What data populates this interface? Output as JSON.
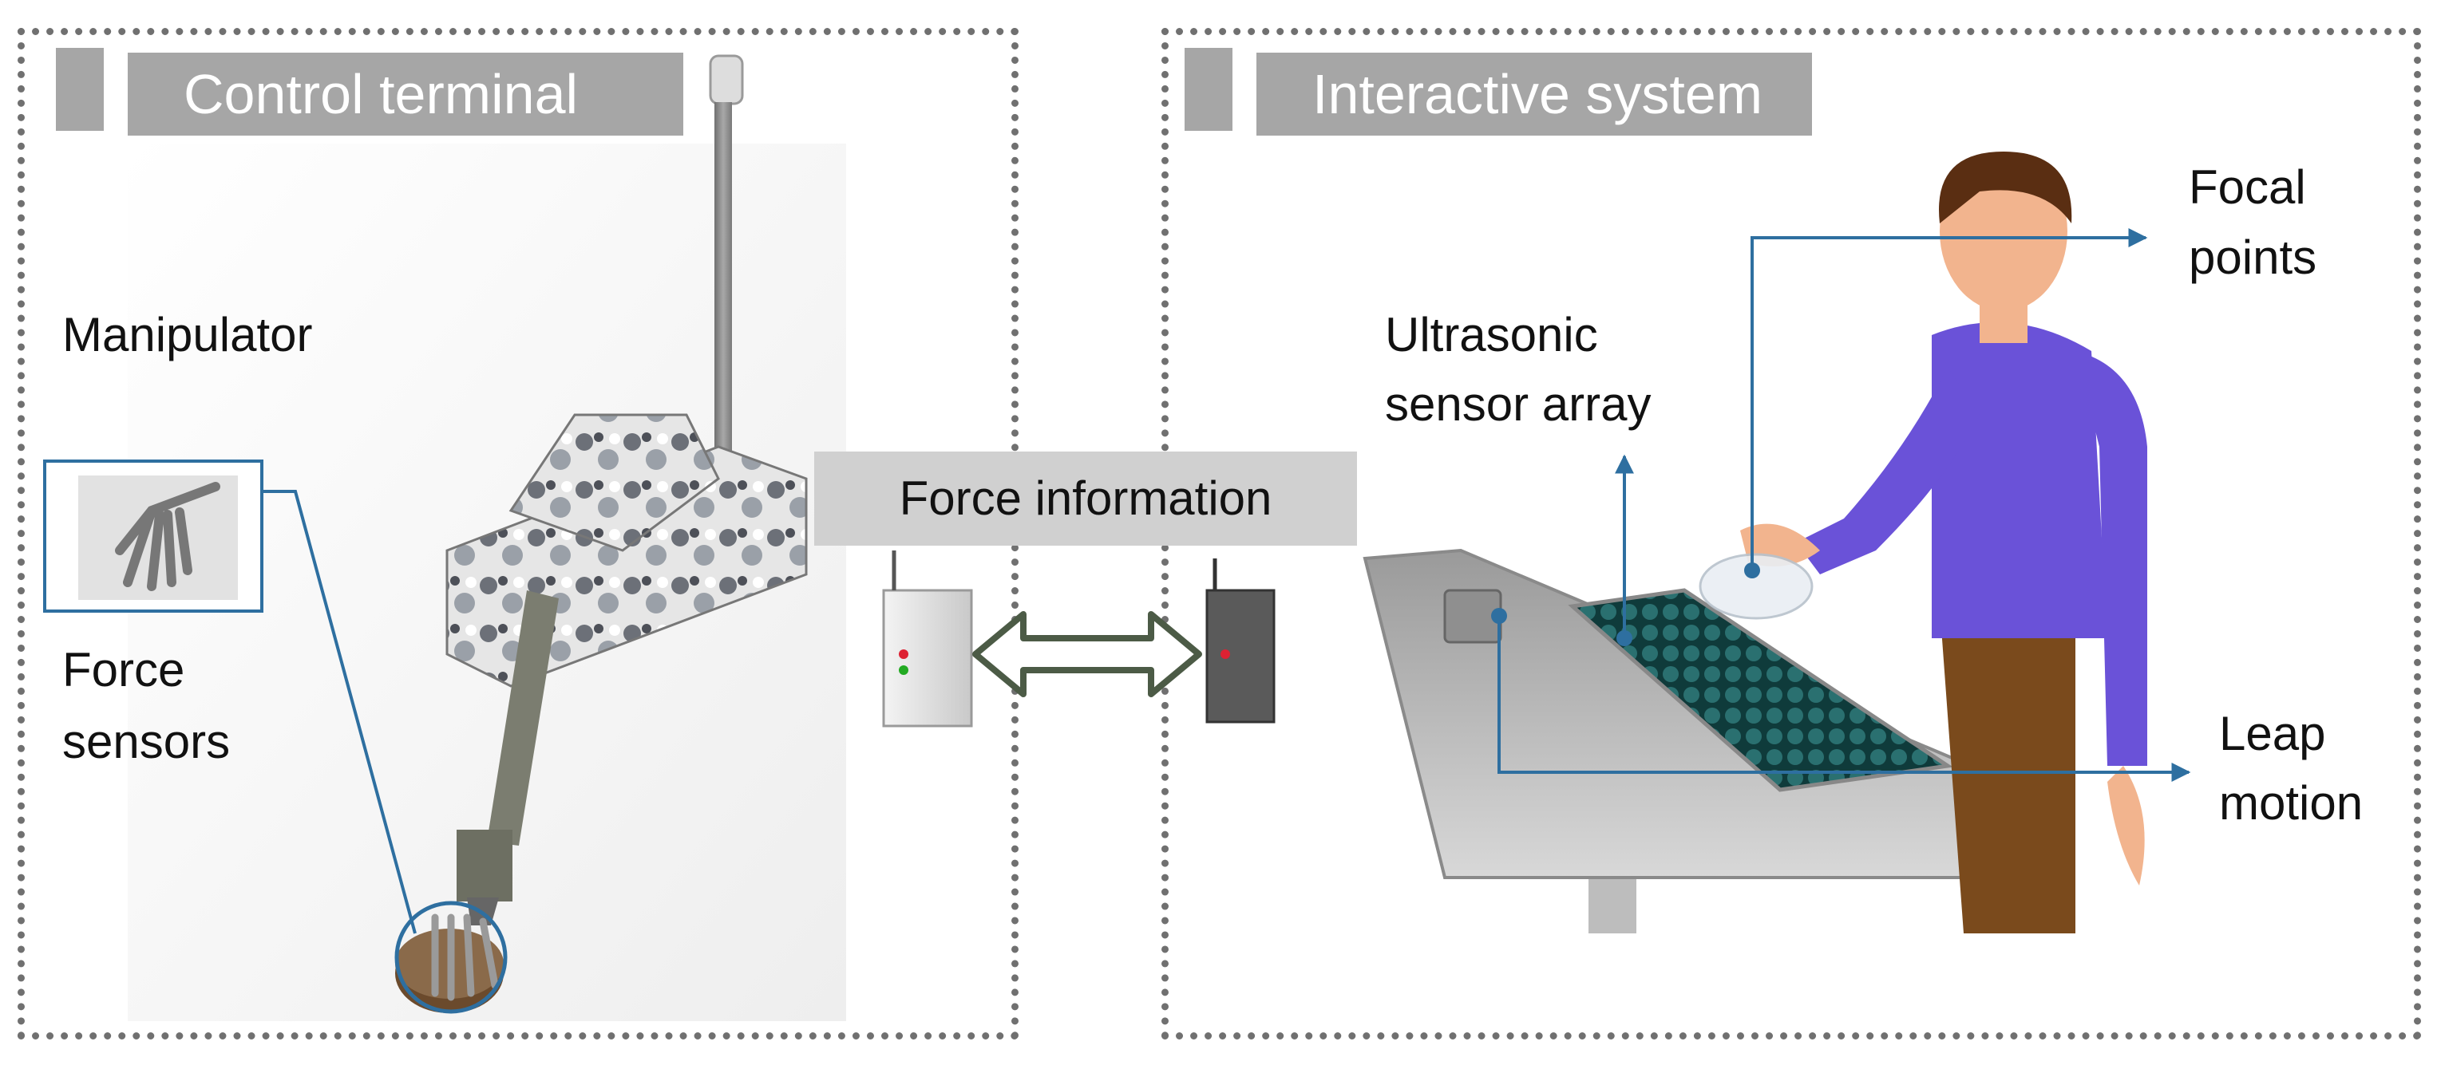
{
  "control_terminal": {
    "title": "Control terminal",
    "manipulator_label": "Manipulator",
    "force_sensors_label_line1": "Force",
    "force_sensors_label_line2": "sensors"
  },
  "interactive_system": {
    "title": "Interactive system",
    "ultrasonic_label_line1": "Ultrasonic",
    "ultrasonic_label_line2": "sensor array",
    "focal_label_line1": "Focal",
    "focal_label_line2": "points",
    "leap_label_line1": "Leap",
    "leap_label_line2": "motion"
  },
  "link": {
    "force_information_label": "Force information"
  },
  "colors": {
    "accent_line": "#2e6fa0",
    "panel_border": "#707070",
    "title_bar": "#a6a6a6",
    "info_box": "#d0d0d0",
    "shirt": "#6a52d8",
    "trousers": "#7a4a1c",
    "skin": "#f2b48e",
    "hair": "#5a2e12",
    "sensor_cell": "#1f5a5a"
  }
}
